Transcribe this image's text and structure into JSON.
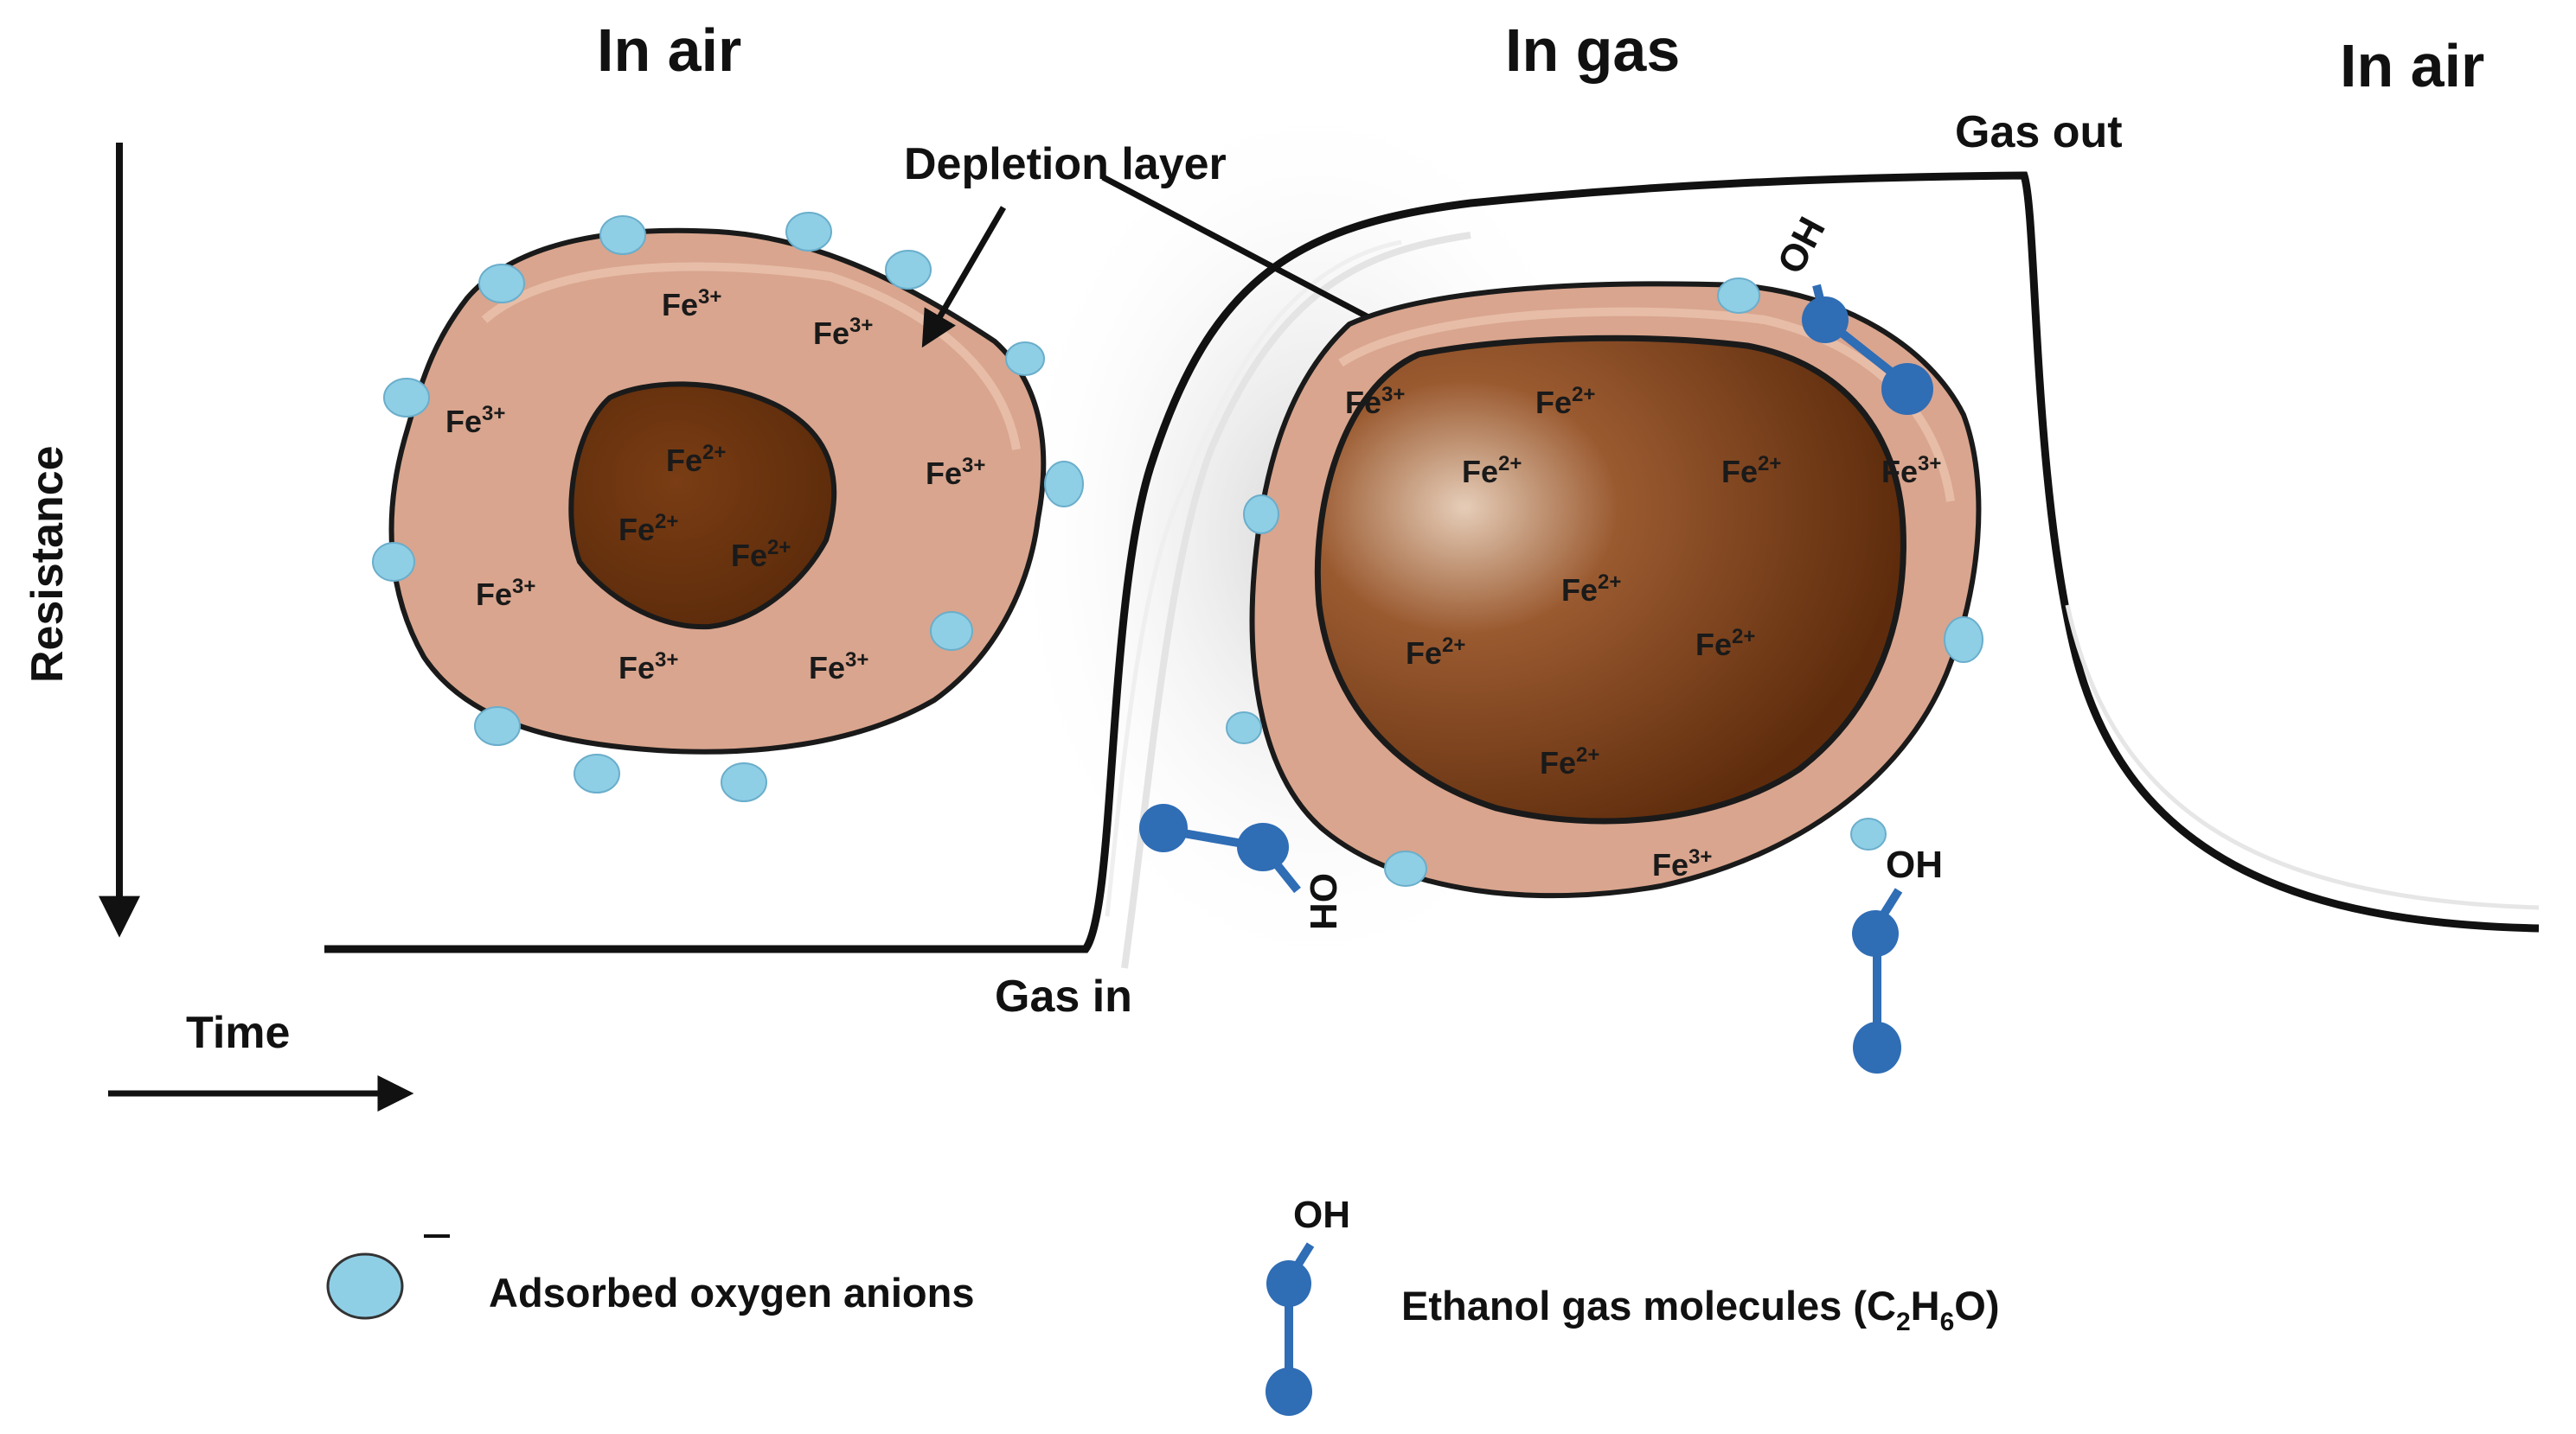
{
  "labels": {
    "phase_air_left": "In air",
    "phase_gas": "In gas",
    "phase_air_right": "In air",
    "depletion_layer": "Depletion layer",
    "gas_out": "Gas out",
    "gas_in": "Gas in",
    "resistance_axis": "Resistance",
    "time_axis": "Time"
  },
  "particles": {
    "left": {
      "core_ions": [
        "Fe2+",
        "Fe2+",
        "Fe2+"
      ],
      "shell_ions": [
        "Fe3+",
        "Fe3+",
        "Fe3+",
        "Fe3+",
        "Fe3+",
        "Fe3+",
        "Fe3+"
      ]
    },
    "right": {
      "core_ions": [
        "Fe2+",
        "Fe2+",
        "Fe2+",
        "Fe2+",
        "Fe2+",
        "Fe2+",
        "Fe2+"
      ],
      "shell_ions": [
        "Fe3+",
        "Fe3+",
        "Fe3+"
      ]
    }
  },
  "molecule_label": "OH",
  "legend": {
    "oxygen_label": "Adsorbed oxygen anions",
    "ethanol_label_prefix": "Ethanol gas molecules (C",
    "ethanol_sub_c": "2",
    "ethanol_mid": "H",
    "ethanol_sub_h": "6",
    "ethanol_suffix": "O)",
    "ethanol_oh": "OH"
  },
  "colors": {
    "oxygen_anion": "#8fcfe6",
    "ethanol": "#2f6db5",
    "shell": "#d9a58e",
    "core": "#6b3410",
    "curve": "#111111"
  }
}
